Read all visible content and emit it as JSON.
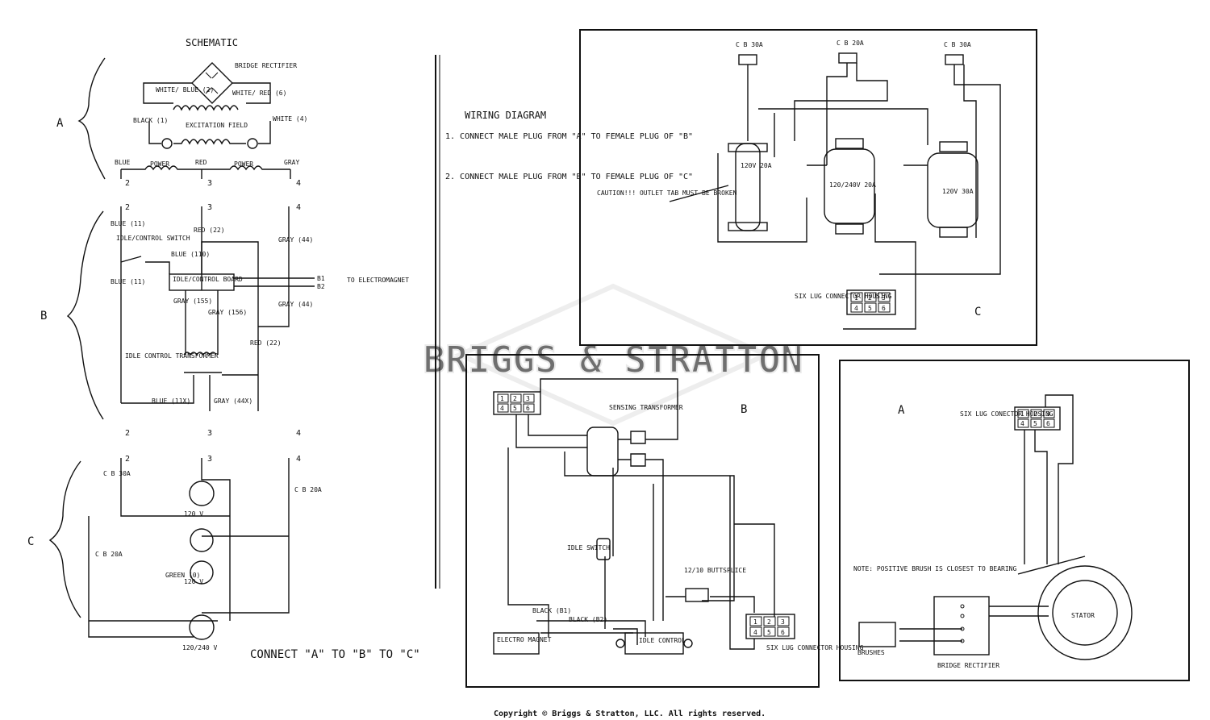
{
  "schematic": {
    "title": "SCHEMATIC",
    "section_a": "A",
    "section_b": "B",
    "section_c": "C",
    "bridge_rectifier": "BRIDGE RECTIFIER",
    "white_blue_2": "WHITE/ BLUE (2)",
    "white_red_6": "WHITE/ RED (6)",
    "black_1": "BLACK (1)",
    "white_4": "WHITE (4)",
    "excitation_field": "EXCITATION FIELD",
    "power_1": "POWER",
    "power_2": "POWER",
    "blue": "BLUE",
    "red": "RED",
    "gray": "GRAY",
    "n2": "2",
    "n3": "3",
    "n4": "4",
    "idle_control_switch": "IDLE/CONTROL SWITCH",
    "idle_control_board": "IDLE/CONTROL BOARD",
    "b1": "B1",
    "b2": "B2",
    "to_electromagnet": "TO ELECTROMAGNET",
    "idle_control_transformer": "IDLE CONTROL TRANSFORMER",
    "blue_11": "BLUE (11)",
    "blue_110": "BLUE (110)",
    "red_22": "RED (22)",
    "gray_44": "GRAY (44)",
    "gray_155": "GRAY (155)",
    "gray_156": "GRAY (156)",
    "red_22b": "RED (22)",
    "blue_11x": "BLUE (11X)",
    "gray_44x": "GRAY (44X)",
    "cb_30a": "C B 30A",
    "cb_20a": "C B 20A",
    "cb_20a_right": "C B 20A",
    "v120": "120 V",
    "v120b": "120 V",
    "v120_240": "120/240 V",
    "green_0": "GREEN (0)",
    "connect_abc": "CONNECT \"A\" TO \"B\" TO \"C\""
  },
  "wiring": {
    "title": "WIRING DIAGRAM",
    "step1": "1. CONNECT MALE PLUG FROM \"A\" TO FEMALE PLUG OF \"B\"",
    "step2": "2. CONNECT MALE PLUG FROM \"B\" TO FEMALE PLUG OF \"C\"",
    "caution": "CAUTION!!! OUTLET TAB MUST BE BROKEN",
    "six_lug_c": "SIX LUG CONNECTOR HOUSING",
    "six_lug_b": "SIX LUG CONNECTOR HOUSING",
    "six_lug_a": "SIX LUG CONECTOR HOUSING",
    "sensing_transformer": "SENSING TRANSFORMER",
    "idle_switch": "IDLE SWITCH",
    "buttsplice": "12/10 BUTTSPLICE",
    "electro_magnet": "ELECTRO MAGNET",
    "idle_control": "IDLE CONTROL",
    "black_b1": "BLACK (B1)",
    "black_b2": "BLACK (B2)",
    "note": "NOTE: POSITIVE BRUSH IS CLOSEST TO BEARING",
    "stator": "STATOR",
    "brushes": "BRUSHES",
    "bridge_rectifier": "BRIDGE RECTIFIER",
    "panel_c": "C",
    "panel_b": "B",
    "panel_a": "A",
    "r120_20": "120V 20A",
    "r120_240_20": "120/240V 20A",
    "r120_30": "120V 30A",
    "cb30": "C B 30A",
    "cb20": "C B 20A",
    "cb30b": "C B 30A"
  },
  "lugs": [
    "1",
    "2",
    "3",
    "4",
    "5",
    "6"
  ],
  "watermark": "BRIGGS & STRATTON",
  "copyright": "Copyright © Briggs & Stratton, LLC. All rights reserved."
}
